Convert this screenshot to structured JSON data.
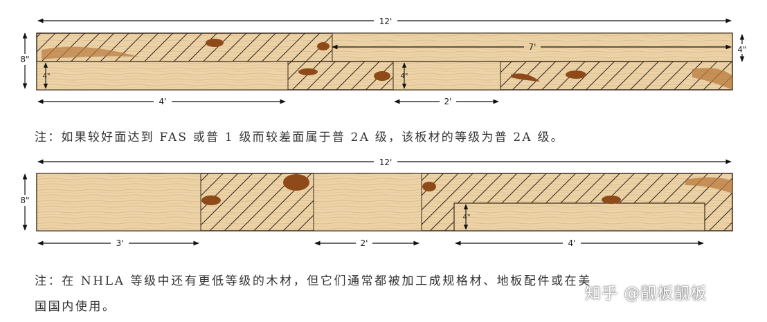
{
  "diagram1": {
    "length_label": "12'",
    "width_label": "8\"",
    "right_width_label": "4\"",
    "long_cut_label": "7'",
    "strip_width_label_a": "4\"",
    "strip_width_label_b": "4\"",
    "cut_a_label": "4'",
    "cut_b_label": "2'"
  },
  "note1": "注：如果较好面达到 FAS 或普 1 级而较差面属于普 2A 级，该板材的等级为普 2A 级。",
  "diagram2": {
    "length_label": "12'",
    "width_label": "8\"",
    "strip_width_label": "4\"",
    "cut_a_label": "3'",
    "cut_b_label": "2'",
    "cut_c_label": "4'"
  },
  "note2_line1": "注：在 NHLA 等级中还有更低等级的木材，但它们通常都被加工成规格材、地板配件或在美",
  "note2_line2": "国国内使用。",
  "watermark": "知乎 @靓板靓板",
  "colors": {
    "wood": "#ecd3a8",
    "wood_dark": "#d9b47c",
    "knot": "#8e4a18",
    "outline": "#3a2a1a",
    "hatch": "#2a1f14"
  }
}
